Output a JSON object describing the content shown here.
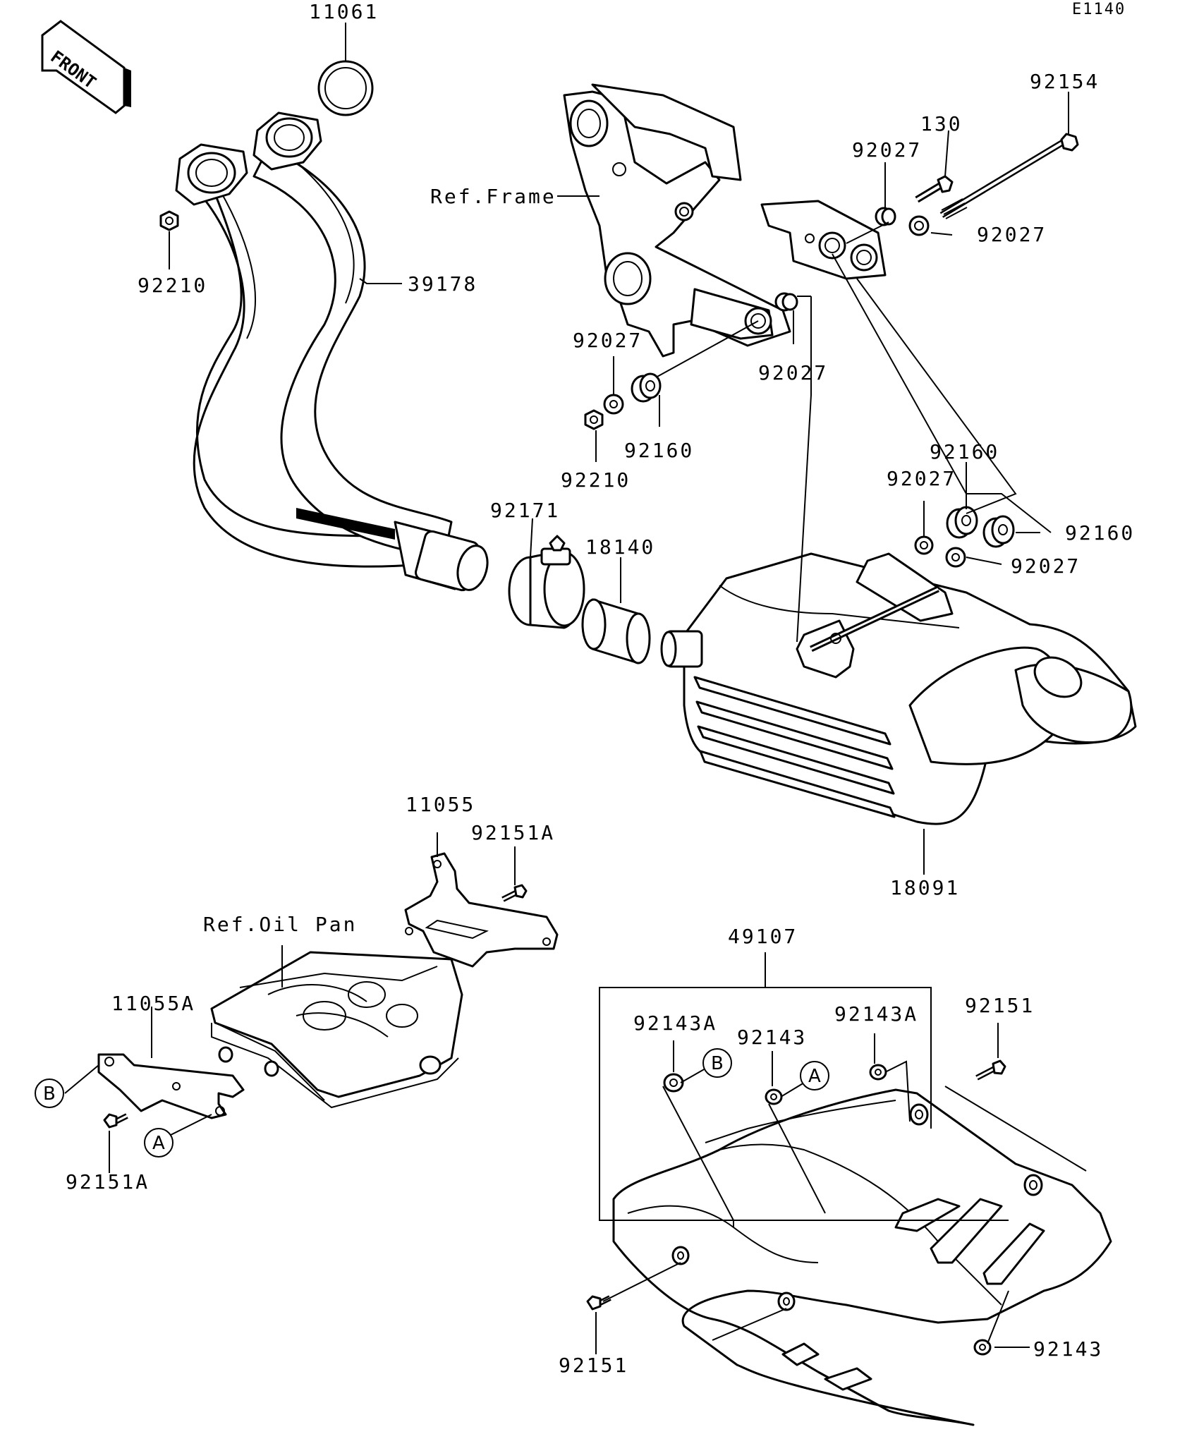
{
  "diagram_code": "E1140",
  "front_label": "FRONT",
  "refs": {
    "frame": "Ref.Frame",
    "oil_pan": "Ref.Oil Pan"
  },
  "markers": {
    "a": "A",
    "b": "B"
  },
  "parts": {
    "p11061": "11061",
    "p39178": "39178",
    "p92210_a": "92210",
    "p92210_b": "92210",
    "p92154": "92154",
    "p130": "130",
    "p92027_a": "92027",
    "p92027_b": "92027",
    "p92027_c": "92027",
    "p92027_d": "92027",
    "p92027_e": "92027",
    "p92027_f": "92027",
    "p92160_a": "92160",
    "p92160_b": "92160",
    "p92160_c": "92160",
    "p92171": "92171",
    "p18140": "18140",
    "p18091": "18091",
    "p11055": "11055",
    "p92151A_a": "92151A",
    "p92151A_b": "92151A",
    "p11055A": "11055A",
    "p49107": "49107",
    "p92143A_a": "92143A",
    "p92143A_b": "92143A",
    "p92143_a": "92143",
    "p92143_b": "92143",
    "p92151_a": "92151",
    "p92151_b": "92151"
  }
}
